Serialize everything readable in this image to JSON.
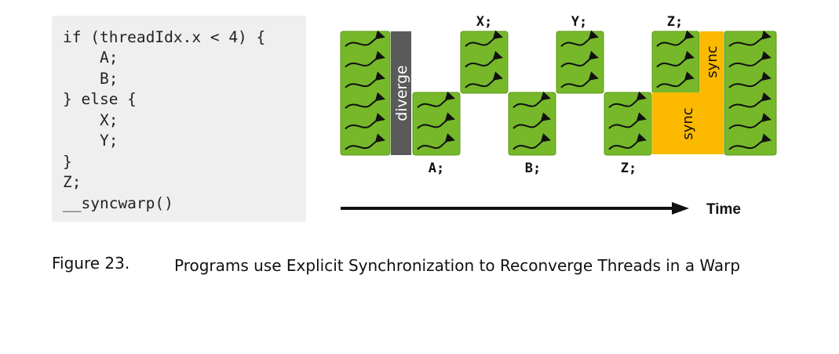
{
  "code": {
    "lines": [
      "if (threadIdx.x < 4) {",
      "    A;",
      "    B;",
      "} else {",
      "    X;",
      "    Y;",
      "}",
      "Z;",
      "__syncwarp()"
    ]
  },
  "diagram": {
    "diverge_label": "diverge",
    "sync_label": "sync",
    "time_label": "Time",
    "stage_labels": {
      "x": "X;",
      "y": "Y;",
      "z_top": "Z;",
      "a": "A;",
      "b": "B;",
      "z_bottom": "Z;"
    },
    "colors": {
      "thread_block": "#76b82a",
      "thread_block_border": "#5d9a1b",
      "diverge_bar": "#5a5a5a",
      "sync_block": "#fbb900",
      "arrow": "#111111"
    }
  },
  "figure": {
    "number": "Figure 23.",
    "caption": "Programs use Explicit Synchronization to Reconverge Threads in a Warp"
  }
}
